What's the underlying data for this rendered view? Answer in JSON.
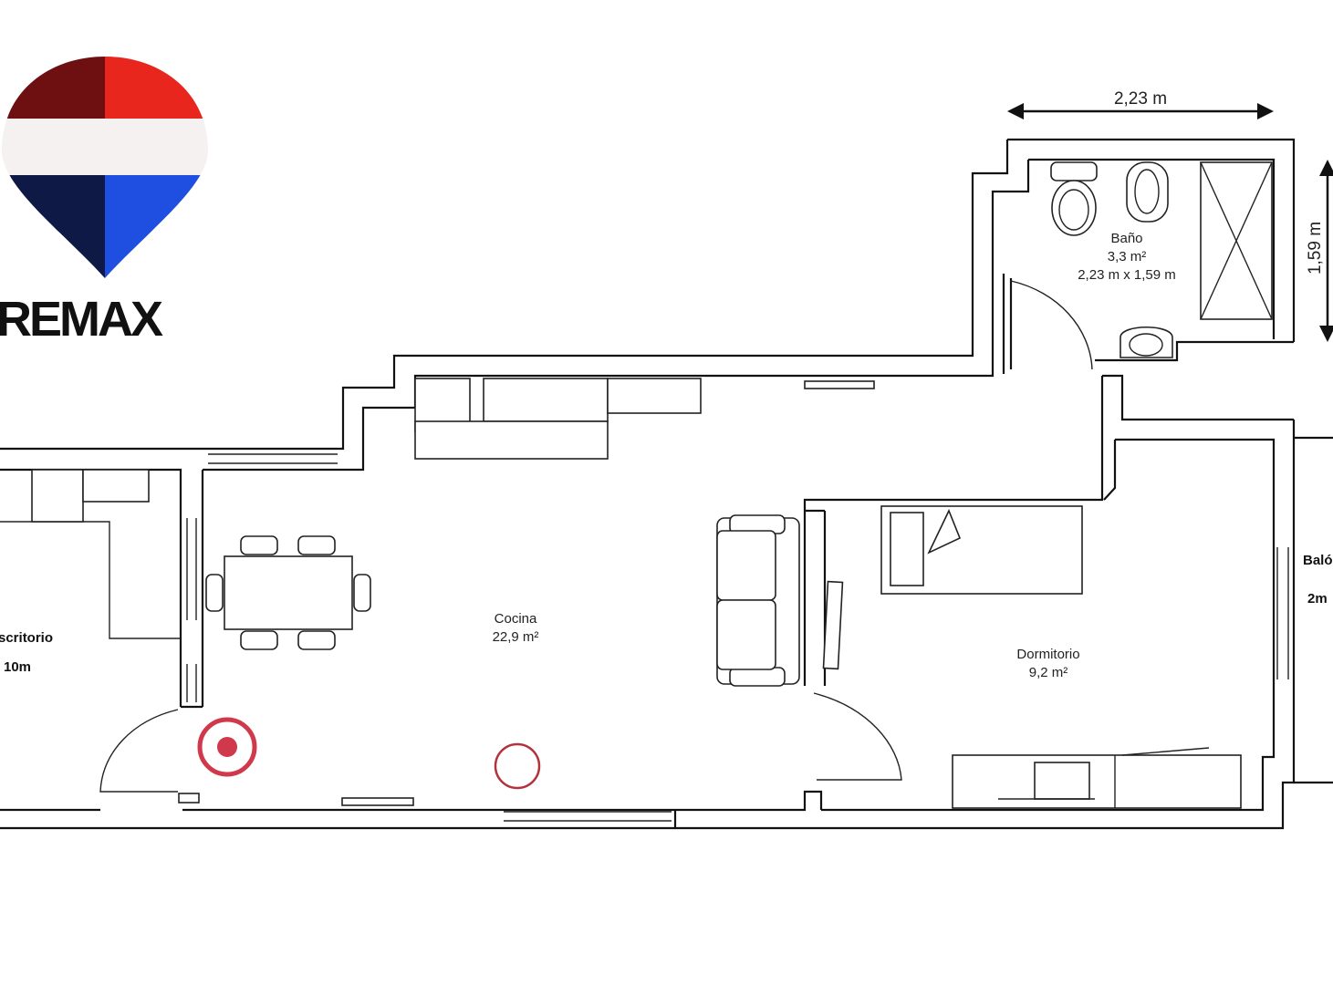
{
  "brand": {
    "name": "REMAX",
    "colors": {
      "red": "#e8261e",
      "dark_red": "#6e0f12",
      "blue": "#1f4fe0",
      "navy": "#0e1a45"
    }
  },
  "rooms": {
    "bano": {
      "name": "Baño",
      "area": "3,3 m²",
      "size": "2,23 m x 1,59 m"
    },
    "cocina": {
      "name": "Cocina",
      "area": "22,9 m²"
    },
    "dormitorio": {
      "name": "Dormitorio",
      "area": "9,2 m²"
    },
    "escritorio": {
      "name": "scritorio",
      "area": "10m"
    },
    "balcon": {
      "name": "Baló",
      "area": "2m"
    }
  },
  "dimensions": {
    "width": "2,23 m",
    "height": "1,59 m"
  },
  "markers": {
    "primary_color": "#d0384c",
    "secondary_color": "#b3333d"
  }
}
